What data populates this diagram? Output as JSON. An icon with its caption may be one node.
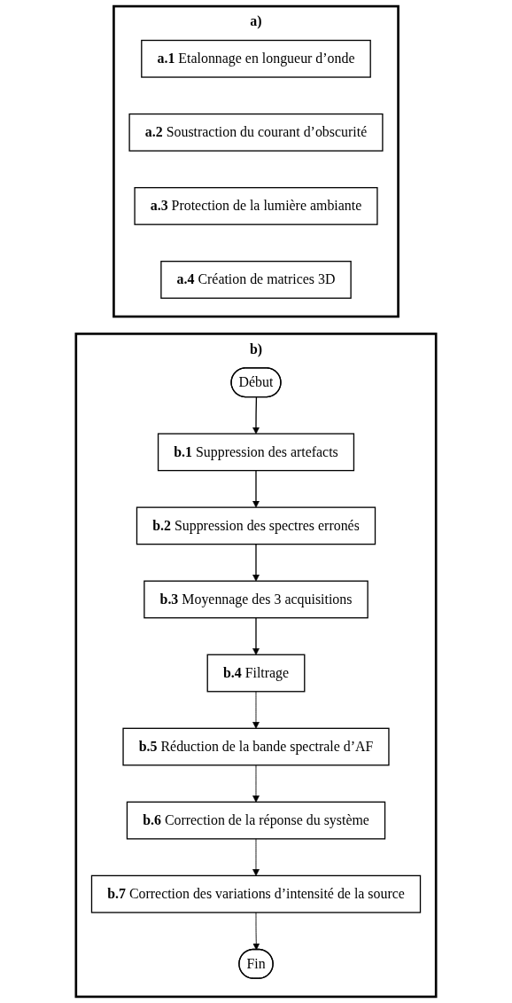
{
  "diagram": {
    "nodes": [
      {
        "text": [
          "a)"
        ]
      },
      {
        "text": [
          "**a.1** Etalonnage  en longueur d’onde"
        ],
        "in": 0
      },
      {
        "text": [
          "**a.2** Soustraction du courant d’obscurité"
        ],
        "in": 0
      },
      {
        "text": [
          "**a.3** Protection de la lumière ambiante"
        ],
        "in": 0
      },
      {
        "text": [
          "**a.4** Création de matrices 3D"
        ],
        "in": 0
      },
      {
        "text": [
          "b)"
        ]
      },
      {
        "text": [
          "Début"
        ],
        "in": 5
      },
      {
        "text": [
          "**b.1** Suppression des artefacts"
        ],
        "in": 5
      },
      {
        "text": [
          "**b.2** Suppression des spectres erronés"
        ],
        "in": 5
      },
      {
        "text": [
          "**b.3** Moyennage des 3 acquisitions"
        ],
        "in": 5
      },
      {
        "text": [
          "**b.4** Filtrage"
        ],
        "in": 5
      },
      {
        "text": [
          "**b.5** Réduction de la bande spectrale d’AF"
        ],
        "in": 5
      },
      {
        "text": [
          "**b.6** Correction de la réponse du système"
        ],
        "in": 5
      },
      {
        "text": [
          "**b.7** Correction des variations d’intensité de la source"
        ],
        "in": 5
      },
      {
        "text": [
          "Fin"
        ],
        "in": 5
      }
    ],
    "edges": [
      {
        "from": 6,
        "to": 7,
        "arrow": "to"
      },
      {
        "from": 7,
        "to": 8,
        "arrow": "to"
      },
      {
        "from": 8,
        "to": 9,
        "arrow": "to"
      },
      {
        "from": 9,
        "to": 10,
        "arrow": "to"
      },
      {
        "from": 10,
        "to": 11,
        "arrow": "to"
      },
      {
        "from": 11,
        "to": 12,
        "arrow": "to"
      },
      {
        "from": 12,
        "to": 13,
        "arrow": "to"
      },
      {
        "from": 13,
        "to": 14,
        "arrow": "to"
      }
    ]
  }
}
